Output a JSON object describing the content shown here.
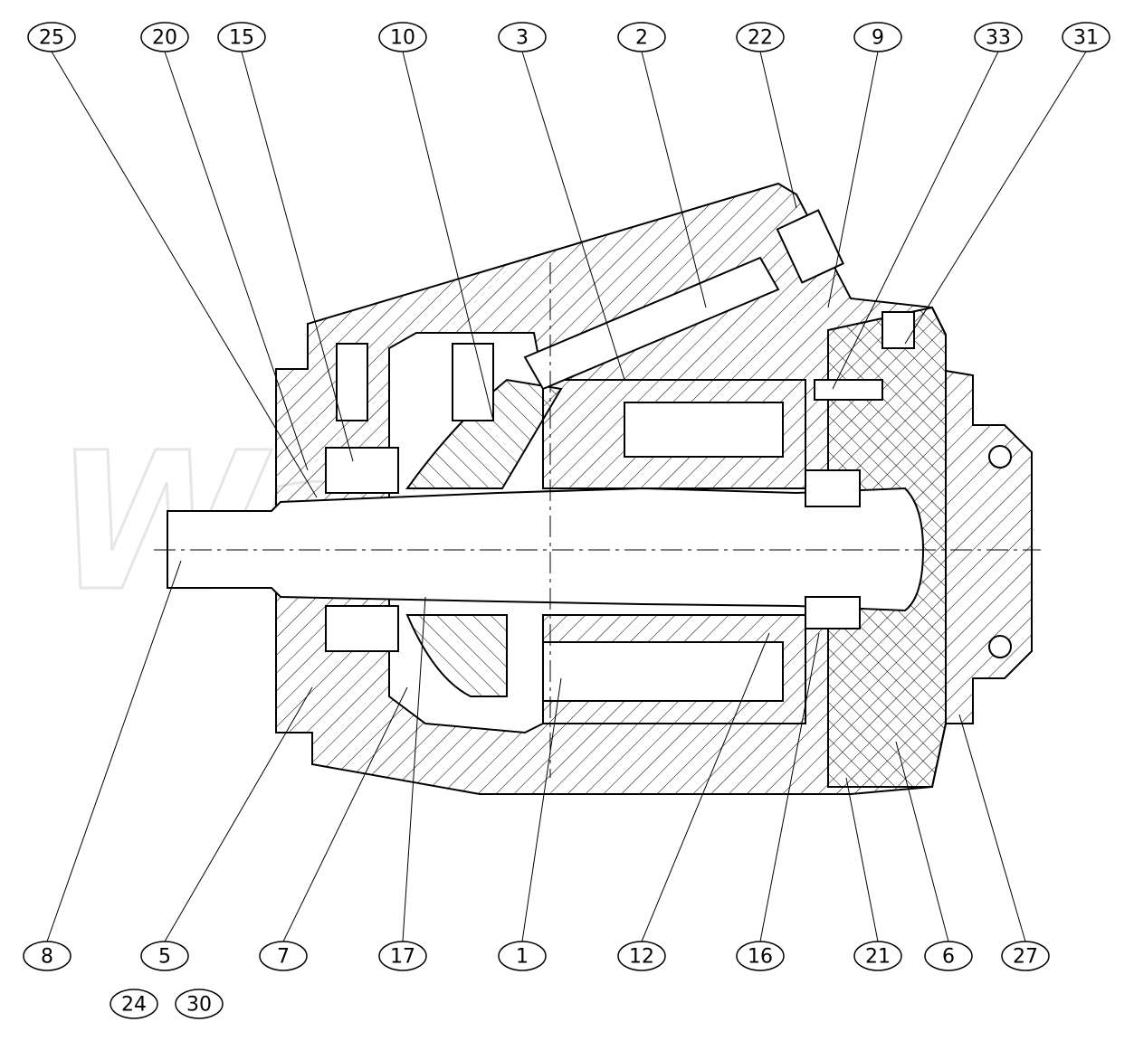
{
  "title": "Axial piston pump sectional drawing",
  "watermark": "Walbro",
  "callouts_top": [
    "25",
    "20",
    "15",
    "10",
    "3",
    "2",
    "22",
    "9",
    "33",
    "31"
  ],
  "callouts_bottom": [
    "8",
    "5",
    "7",
    "17",
    "1",
    "12",
    "16",
    "21",
    "6",
    "27"
  ],
  "callouts_extra": [
    "24",
    "30"
  ],
  "colors": {
    "line": "#000000",
    "background": "#ffffff",
    "watermark": "#e6e6e6"
  }
}
